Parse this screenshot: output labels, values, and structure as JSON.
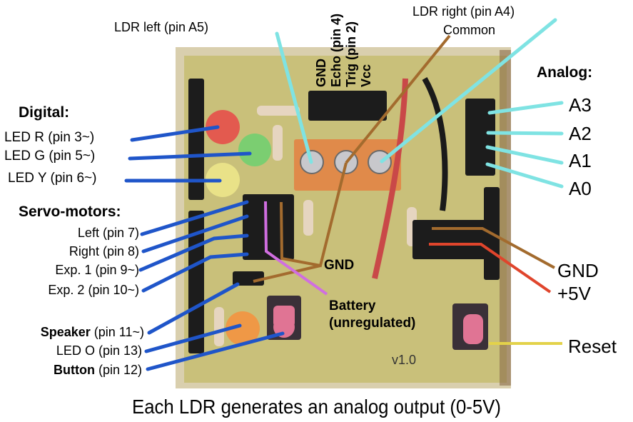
{
  "title": "Arduino robot shield pinout diagram",
  "board_version": "v1.0",
  "colors": {
    "digital_line": "#1f55c9",
    "analog_line": "#7fe3e3",
    "gnd_line": "#a36b2e",
    "vcc_line": "#e0452c",
    "battery_line": "#d06ee0",
    "reset_line": "#e3d24a",
    "pcb": "#c9c07a",
    "pcb_border": "#b4975f"
  },
  "digital": {
    "heading": "Digital:",
    "items": [
      {
        "name": "LED R",
        "pin": "(pin 3~)"
      },
      {
        "name": "LED G",
        "pin": "(pin 5~)"
      },
      {
        "name": "LED Y",
        "pin": "(pin 6~)"
      }
    ]
  },
  "servos": {
    "heading": "Servo-motors:",
    "items": [
      {
        "name": "Left",
        "pin": "(pin 7)"
      },
      {
        "name": "Right",
        "pin": "(pin 8)"
      },
      {
        "name": "Exp. 1",
        "pin": "(pin 9~)"
      },
      {
        "name": "Exp. 2",
        "pin": "(pin 10~)"
      }
    ]
  },
  "misc": {
    "speaker": {
      "name": "Speaker",
      "pin": "(pin 11~)"
    },
    "led_o": {
      "name": "LED O",
      "pin": "(pin 13)"
    },
    "button": {
      "name": "Button",
      "pin": "(pin 12)"
    }
  },
  "ldr": {
    "left": "LDR left (pin A5)",
    "right": "LDR right (pin A4)",
    "common": "Common",
    "caption": "Each LDR generates an analog output (0-5V)"
  },
  "ultrasonic": {
    "pins": [
      "GND",
      "Echo (pin 4)",
      "Trig (pin 2)",
      "Vcc"
    ]
  },
  "analog": {
    "heading": "Analog:",
    "items": [
      "A3",
      "A2",
      "A1",
      "A0"
    ]
  },
  "power": {
    "gnd_inner": "GND",
    "battery": "Battery",
    "battery_note": "(unregulated)",
    "gnd": "GND",
    "vcc": "+5V",
    "reset": "Reset"
  }
}
